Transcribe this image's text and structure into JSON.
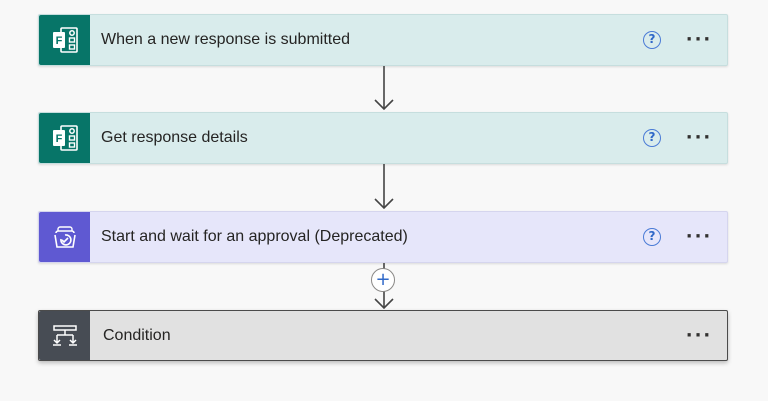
{
  "flow": {
    "steps": [
      {
        "title": "When a new response is submitted",
        "icon": "forms-icon",
        "color": "#077568",
        "help": "?",
        "more": "···"
      },
      {
        "title": "Get response details",
        "icon": "forms-icon",
        "color": "#077568",
        "help": "?",
        "more": "···"
      },
      {
        "title": "Start and wait for an approval (Deprecated)",
        "icon": "approval-icon",
        "color": "#5f59d2",
        "help": "?",
        "more": "···"
      },
      {
        "title": "Condition",
        "icon": "condition-icon",
        "color": "#474c54",
        "more": "···"
      }
    ],
    "add_label": "+"
  }
}
